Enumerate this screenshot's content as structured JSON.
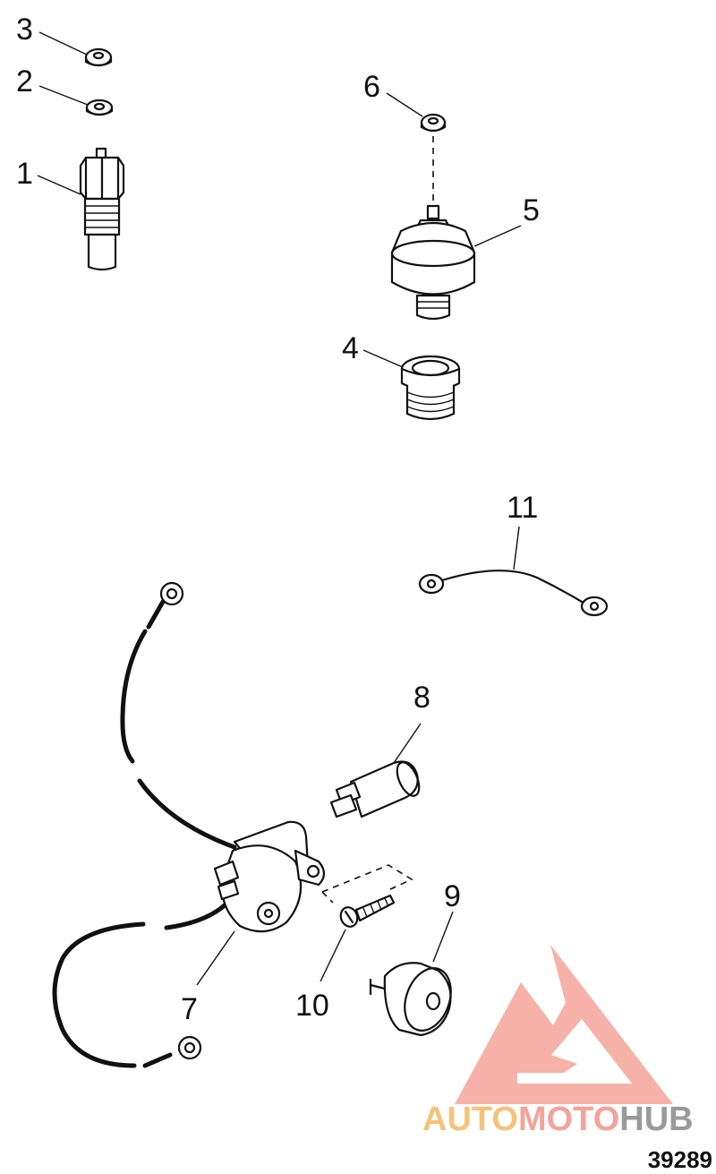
{
  "diagram": {
    "callouts": [
      {
        "id": "1",
        "text": "1"
      },
      {
        "id": "2",
        "text": "2"
      },
      {
        "id": "3",
        "text": "3"
      },
      {
        "id": "4",
        "text": "4"
      },
      {
        "id": "5",
        "text": "5"
      },
      {
        "id": "6",
        "text": "6"
      },
      {
        "id": "7",
        "text": "7"
      },
      {
        "id": "8",
        "text": "8"
      },
      {
        "id": "9",
        "text": "9"
      },
      {
        "id": "10",
        "text": "10"
      },
      {
        "id": "11",
        "text": "11"
      }
    ],
    "figure_number": "39289"
  },
  "watermark": {
    "part1": "AUTO",
    "part2": "MOTO",
    "part3": "HUB",
    "colors": {
      "logo": "#f4a39a",
      "auto": "#f6c27a",
      "moto": "#f4a39a",
      "hub": "#9a9a9a"
    }
  },
  "colors": {
    "ink": "#111111",
    "background": "#ffffff"
  }
}
